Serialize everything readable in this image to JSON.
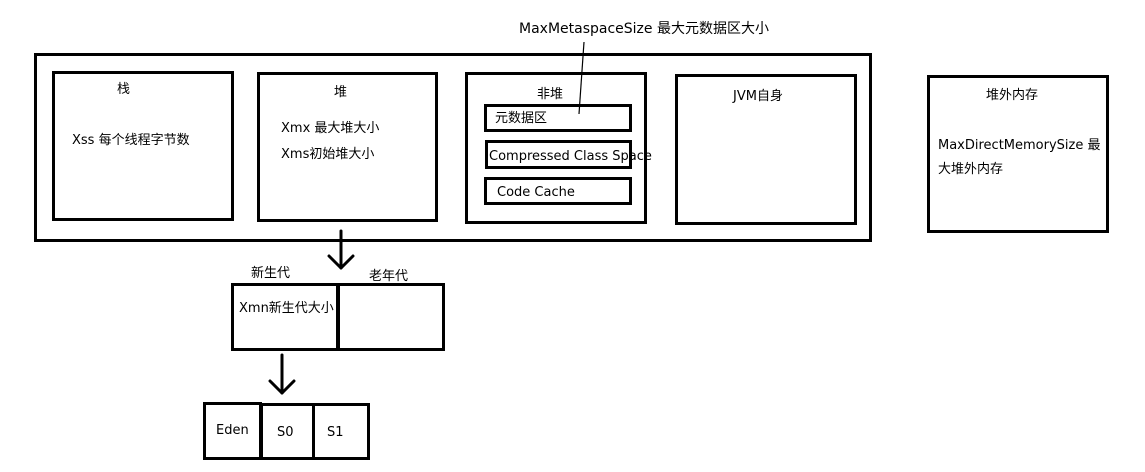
{
  "annotation": {
    "metaspace_note": "MaxMetaspaceSize 最大元数据区大小"
  },
  "jvm": {
    "stack": {
      "title": "栈",
      "line1": "Xss 每个线程字节数"
    },
    "heap": {
      "title": "堆",
      "line1": "Xmx 最大堆大小",
      "line2": "Xms初始堆大小"
    },
    "nonheap": {
      "title": "非堆",
      "items": [
        "元数据区",
        "Compressed Class Space",
        "Code Cache"
      ]
    },
    "self": {
      "title": "JVM自身"
    }
  },
  "offheap": {
    "title": "堆外内存",
    "desc": "MaxDirectMemorySize 最大堆外内存"
  },
  "generations": {
    "young_label": "新生代",
    "old_label": "老年代",
    "young_desc": "Xmn新生代大小"
  },
  "young": {
    "eden": "Eden",
    "s0": "S0",
    "s1": "S1"
  }
}
